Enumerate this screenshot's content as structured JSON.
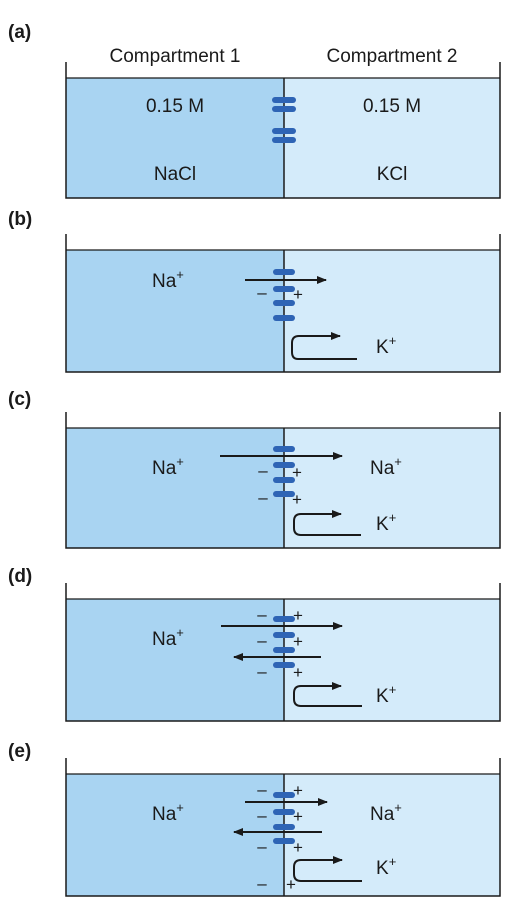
{
  "colors": {
    "compartment1": "#a9d4f2",
    "compartment2": "#d4ebfa",
    "channel": "#2e64b5",
    "line": "#1a1a1a"
  },
  "panels": {
    "a": {
      "label": "(a)",
      "heading1": "Compartment 1",
      "heading2": "Compartment 2",
      "conc1": "0.15 M",
      "conc2": "0.15 M",
      "salt1": "NaCl",
      "salt2": "KCl"
    },
    "b": {
      "label": "(b)",
      "na_left": "Na",
      "k_right": "K",
      "plus": "+",
      "minus": "–"
    },
    "c": {
      "label": "(c)",
      "na_left": "Na",
      "na_right": "Na",
      "k_right": "K",
      "plus": "+",
      "minus": "–"
    },
    "d": {
      "label": "(d)",
      "na_left": "Na",
      "k_right": "K",
      "plus": "+",
      "minus": "–"
    },
    "e": {
      "label": "(e)",
      "na_left": "Na",
      "na_right": "Na",
      "k_right": "K",
      "plus": "+",
      "minus": "–"
    }
  }
}
